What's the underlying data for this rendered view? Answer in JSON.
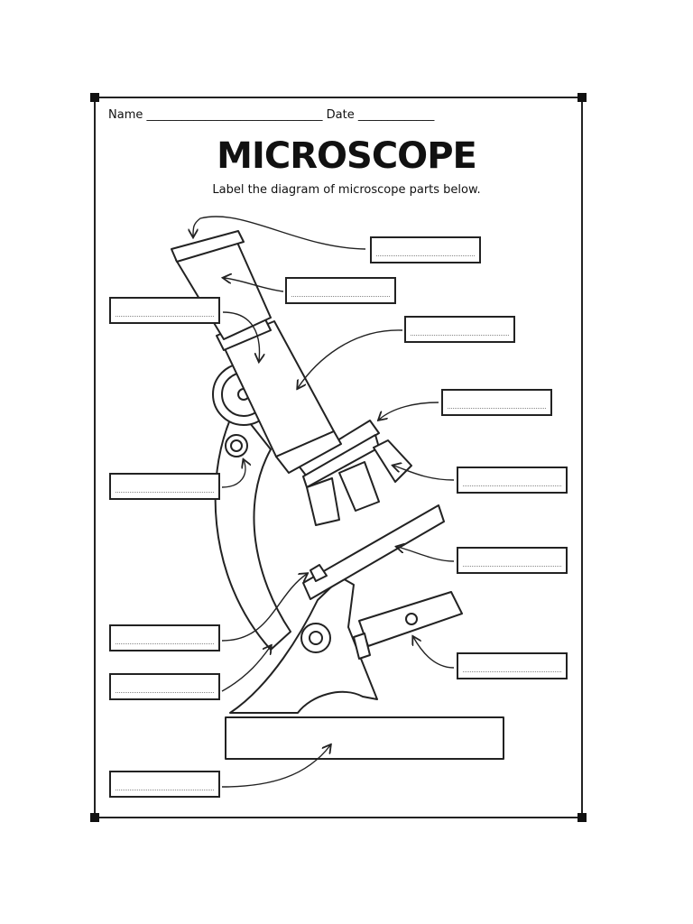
{
  "worksheet": {
    "name_label": "Name",
    "name_line": "______________________________",
    "date_label": "Date",
    "date_line": "_____________",
    "title": "MICROSCOPE",
    "instructions": "Label the diagram of microscope parts below."
  },
  "label_boxes": [
    {
      "value": ""
    },
    {
      "value": ""
    },
    {
      "value": ""
    },
    {
      "value": ""
    },
    {
      "value": ""
    },
    {
      "value": ""
    },
    {
      "value": ""
    },
    {
      "value": ""
    },
    {
      "value": ""
    },
    {
      "value": ""
    },
    {
      "value": ""
    },
    {
      "value": ""
    }
  ]
}
